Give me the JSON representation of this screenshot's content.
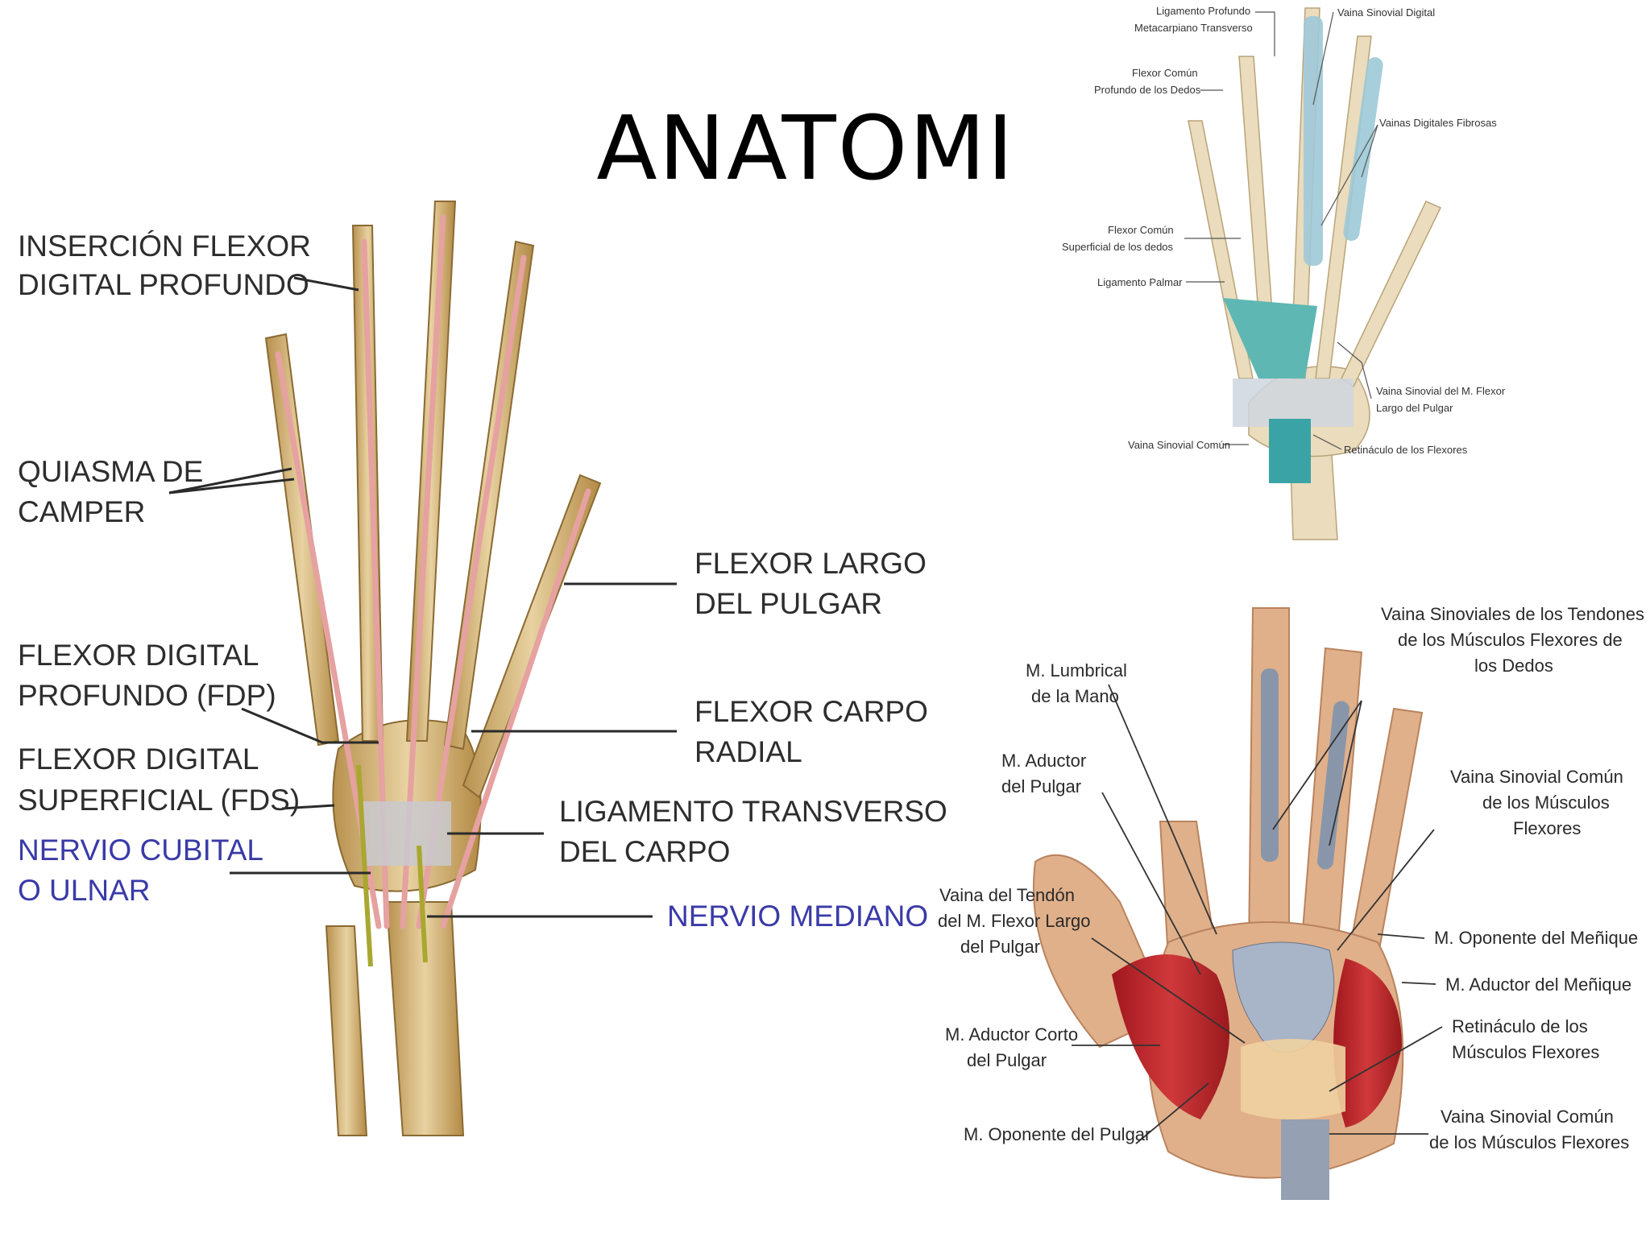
{
  "title": "ANATOMI",
  "figure_left": {
    "labels": {
      "insercion_1": "INSERCIÓN FLEXOR",
      "insercion_2": "DIGITAL PROFUNDO",
      "quiasma_1": "QUIASMA DE",
      "quiasma_2": "CAMPER",
      "fdp_1": "FLEXOR DIGITAL",
      "fdp_2": "PROFUNDO (FDP)",
      "fds_1": "FLEXOR DIGITAL",
      "fds_2": "SUPERFICIAL (FDS)",
      "cubital_1": "NERVIO CUBITAL",
      "cubital_2": "O ULNAR",
      "flp_1": "FLEXOR LARGO",
      "flp_2": "DEL PULGAR",
      "fcr_1": "FLEXOR CARPO",
      "fcr_2": "RADIAL",
      "ligamento_1": "LIGAMENTO TRANSVERSO",
      "ligamento_2": "DEL CARPO",
      "mediano": "NERVIO MEDIANO"
    }
  },
  "figure_top_right": {
    "labels": {
      "lig_prof_1": "Ligamento Profundo",
      "lig_prof_2": "Metacarpiano Transverso",
      "vaina_digital": "Vaina Sinovial Digital",
      "fcp_1": "Flexor Común",
      "fcp_2": "Profundo de los Dedos",
      "vainas_fibrosas": "Vainas Digitales Fibrosas",
      "fcs_1": "Flexor Común",
      "fcs_2": "Superficial de los dedos",
      "lig_palmar": "Ligamento Palmar",
      "vaina_flp_1": "Vaina Sinovial del M. Flexor",
      "vaina_flp_2": "Largo del Pulgar",
      "vaina_comun": "Vaina Sinovial Común",
      "retinaculo": "Retináculo de los Flexores"
    }
  },
  "figure_bottom_right": {
    "labels": {
      "vainas_tendones_1": "Vaina Sinoviales de los Tendones",
      "vainas_tendones_2": "de los Músculos Flexores de",
      "vainas_tendones_3": "los Dedos",
      "lumbrical_1": "M. Lumbrical",
      "lumbrical_2": "de la Mano",
      "aductor_1": "M. Aductor",
      "aductor_2": "del Pulgar",
      "vaina_comun_1": "Vaina Sinovial Común",
      "vaina_comun_2": "de los Músculos",
      "vaina_comun_3": "Flexores",
      "vaina_tendon_1": "Vaina del Tendón",
      "vaina_tendon_2": "del M. Flexor Largo",
      "vaina_tendon_3": "del Pulgar",
      "oponente_menique": "M. Oponente del Meñique",
      "aductor_menique": "M. Aductor del Meñique",
      "aductor_corto_1": "M. Aductor Corto",
      "aductor_corto_2": "del Pulgar",
      "retinaculo_1": "Retináculo de los",
      "retinaculo_2": "Músculos Flexores",
      "oponente_pulgar": "M. Oponente del Pulgar",
      "vaina_comun_b_1": "Vaina Sinovial Común",
      "vaina_comun_b_2": "de los Músculos Flexores"
    }
  }
}
